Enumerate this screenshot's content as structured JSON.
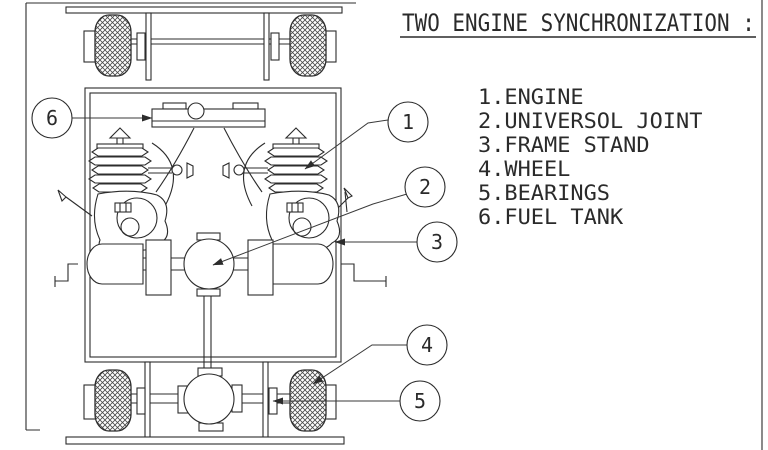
{
  "title": {
    "text": "TWO ENGINE SYNCHRONIZATION :",
    "underlined": true
  },
  "parts": [
    {
      "num": "1",
      "name": "ENGINE",
      "label": "1.ENGINE"
    },
    {
      "num": "2",
      "name": "UNIVERSOL JOINT",
      "label": "2.UNIVERSOL JOINT"
    },
    {
      "num": "3",
      "name": "FRAME STAND",
      "label": "3.FRAME STAND"
    },
    {
      "num": "4",
      "name": "WHEEL",
      "label": "4.WHEEL"
    },
    {
      "num": "5",
      "name": "BEARINGS",
      "label": "5.BEARINGS"
    },
    {
      "num": "6",
      "name": "FUEL TANK",
      "label": "6.FUEL TANK"
    }
  ],
  "colors": {
    "ink": "#2c2c2c",
    "background": "#ffffff"
  }
}
